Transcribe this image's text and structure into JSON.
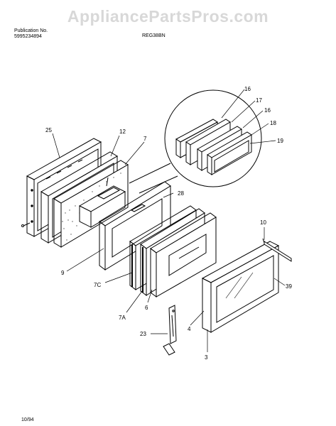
{
  "watermark": "AppliancePartsPros.com",
  "header": {
    "publication_label": "Publication No.",
    "publication_number": "5995234894",
    "model": "REG38BN"
  },
  "footer": {
    "date": "10/94"
  },
  "part_labels": {
    "p25": "25",
    "p12": "12",
    "p7": "7",
    "p28": "28",
    "p9": "9",
    "p7c": "7C",
    "p7a": "7A",
    "p6": "6",
    "p23": "23",
    "p4": "4",
    "p3": "3",
    "p10": "10",
    "p39": "39",
    "p16a": "16",
    "p17": "17",
    "p16b": "16",
    "p18": "18",
    "p19": "19"
  }
}
